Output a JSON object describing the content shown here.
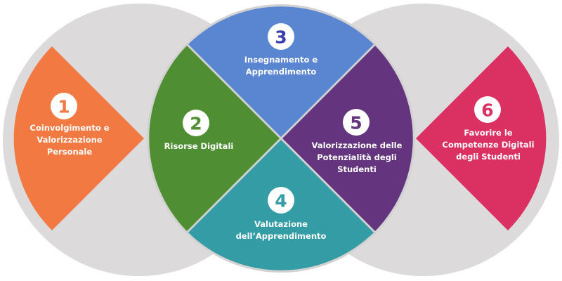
{
  "areas": [
    {
      "number": "1",
      "lines": [
        "Coinvolgimento e",
        "Valorizzazione",
        "Personale"
      ],
      "color": "#f27a42"
    },
    {
      "number": "2",
      "lines": [
        "Risorse Digitali"
      ],
      "color": "#4f8e32"
    },
    {
      "number": "3",
      "lines": [
        "Insegnamento e",
        "Apprendimento"
      ],
      "color": "#5985d1"
    },
    {
      "number": "4",
      "lines": [
        "Valutazione",
        "dell’Apprendimento"
      ],
      "color": "#339ca5"
    },
    {
      "number": "5",
      "lines": [
        "Valorizzazione delle",
        "Potenzialità degli",
        "Studenti"
      ],
      "color": "#65347f"
    },
    {
      "number": "6",
      "lines": [
        "Favorire le",
        "Competenze Digitali",
        "degli Studenti"
      ],
      "color": "#da3062"
    }
  ],
  "colors": {
    "background_circle": "#dcdadb",
    "divider": "#d2d2d2",
    "number_3": "#3a3fb0"
  }
}
